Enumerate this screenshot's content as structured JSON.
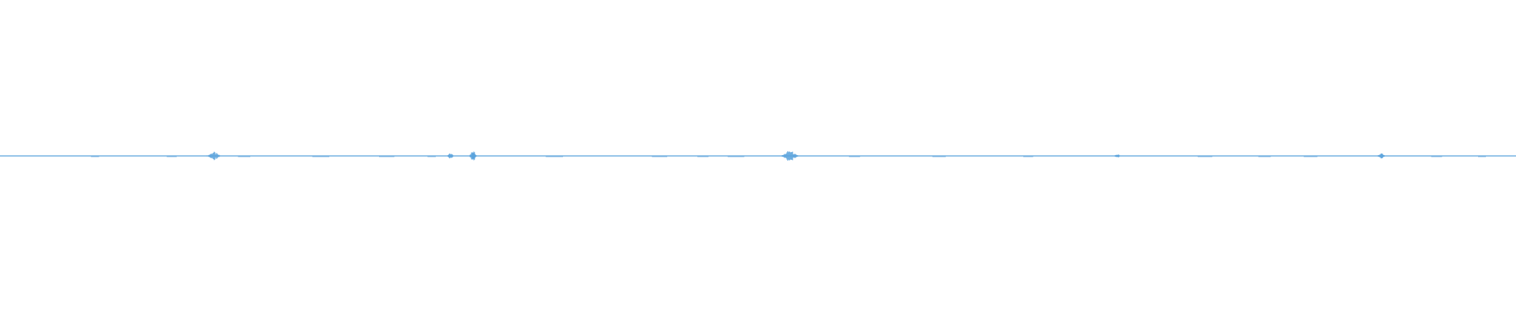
{
  "waveform": {
    "color": "#5ba3dc",
    "baseline_level": 0.0,
    "bursts": [
      {
        "t": 0.141,
        "peak": 0.03,
        "width": 0.01
      },
      {
        "t": 0.297,
        "peak": 0.02,
        "width": 0.006
      },
      {
        "t": 0.312,
        "peak": 0.035,
        "width": 0.006
      },
      {
        "t": 0.521,
        "peak": 0.04,
        "width": 0.012
      },
      {
        "t": 0.737,
        "peak": 0.012,
        "width": 0.006
      },
      {
        "t": 0.911,
        "peak": 0.02,
        "width": 0.006
      }
    ],
    "faint_blips": [
      0.06,
      0.11,
      0.157,
      0.206,
      0.25,
      0.282,
      0.36,
      0.43,
      0.46,
      0.48,
      0.56,
      0.615,
      0.675,
      0.79,
      0.83,
      0.86,
      0.944,
      0.975
    ]
  }
}
